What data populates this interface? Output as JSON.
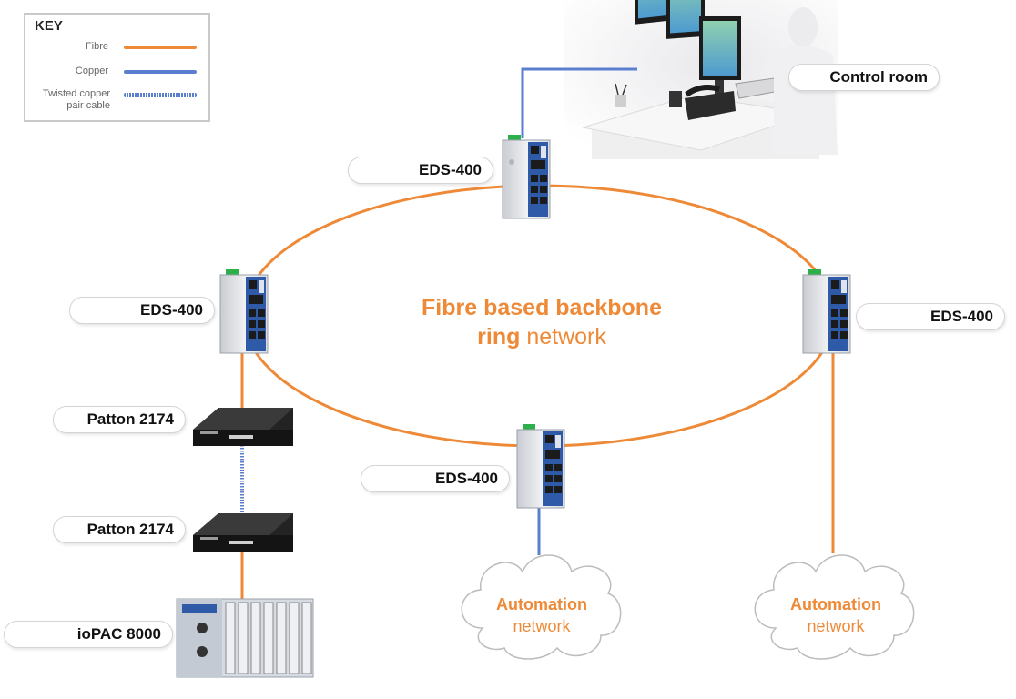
{
  "key": {
    "title": "KEY",
    "items": [
      {
        "label": "Fibre",
        "color": "#ee8a37",
        "style": "solid"
      },
      {
        "label": "Copper",
        "color": "#5b7fcf",
        "style": "solid"
      },
      {
        "label": "Twisted copper pair cable",
        "color": "#5b7fcf",
        "style": "dotted"
      }
    ]
  },
  "center": {
    "line1": "Fibre based backbone",
    "line2_bold": "ring",
    "line2_rest": "network"
  },
  "labels": {
    "control_room": "Control room",
    "eds_top": "EDS-400",
    "eds_left": "EDS-400",
    "eds_right": "EDS-400",
    "eds_bottom": "EDS-400",
    "patton_1": "Patton 2174",
    "patton_2": "Patton 2174",
    "iopac": "ioPAC 8000"
  },
  "clouds": [
    {
      "line1": "Automation",
      "line2": "network"
    },
    {
      "line1": "Automation",
      "line2": "network"
    }
  ],
  "colors": {
    "fibre": "#ee8a37",
    "copper": "#5b7fcf",
    "switch_blue": "#2f5aa8"
  }
}
